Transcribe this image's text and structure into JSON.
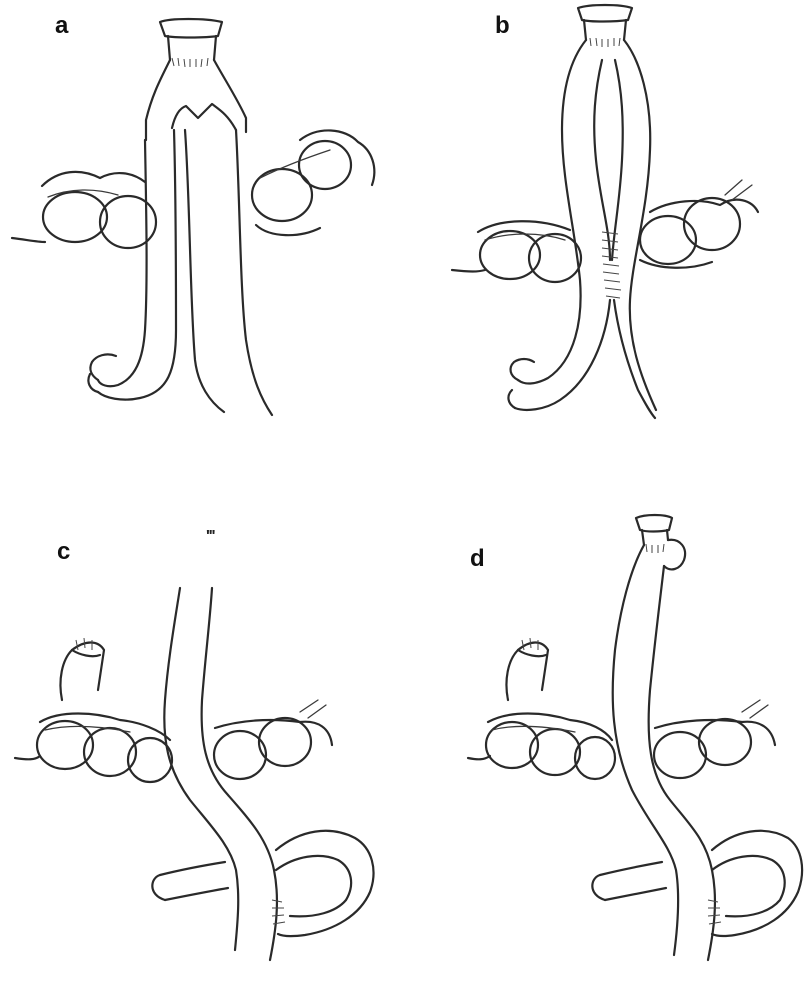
{
  "figure": {
    "panels": [
      {
        "label": "a"
      },
      {
        "label": "b"
      },
      {
        "label": "c",
        "mark": "'''"
      },
      {
        "label": "d"
      }
    ]
  }
}
